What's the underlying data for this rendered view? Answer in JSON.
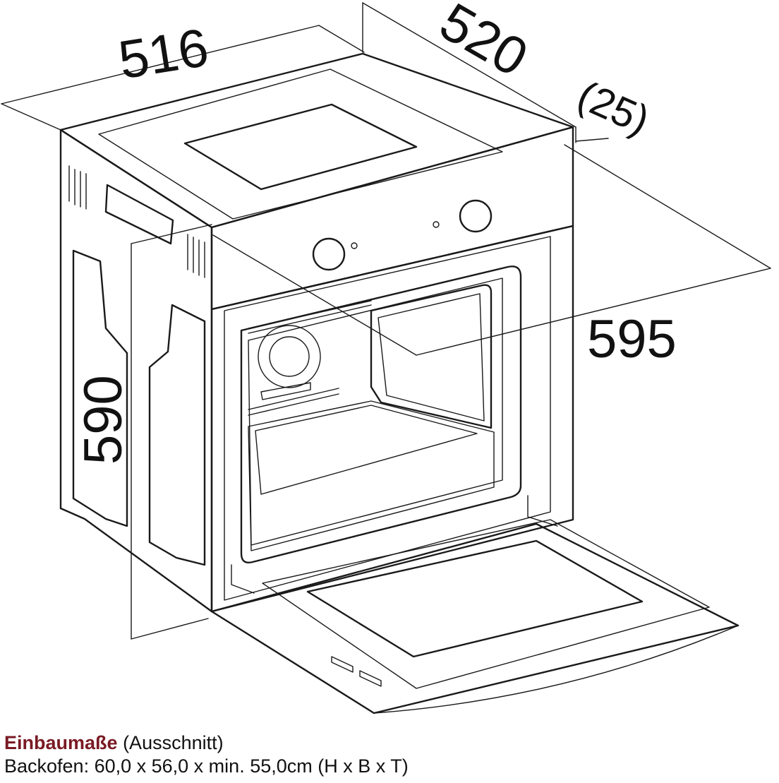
{
  "dimensions": {
    "width": "516",
    "depth": "520",
    "front_panel": "(25)",
    "cutout_width": "595",
    "height": "590"
  },
  "caption": {
    "title": "Einbaumaße",
    "title_note": "(Ausschnitt)",
    "line2": "Backofen: 60,0 x 56,0 x min. 55,0cm (H x B x T)"
  },
  "colors": {
    "title_accent": "#7a1a24",
    "line": "#1a1a1a"
  }
}
